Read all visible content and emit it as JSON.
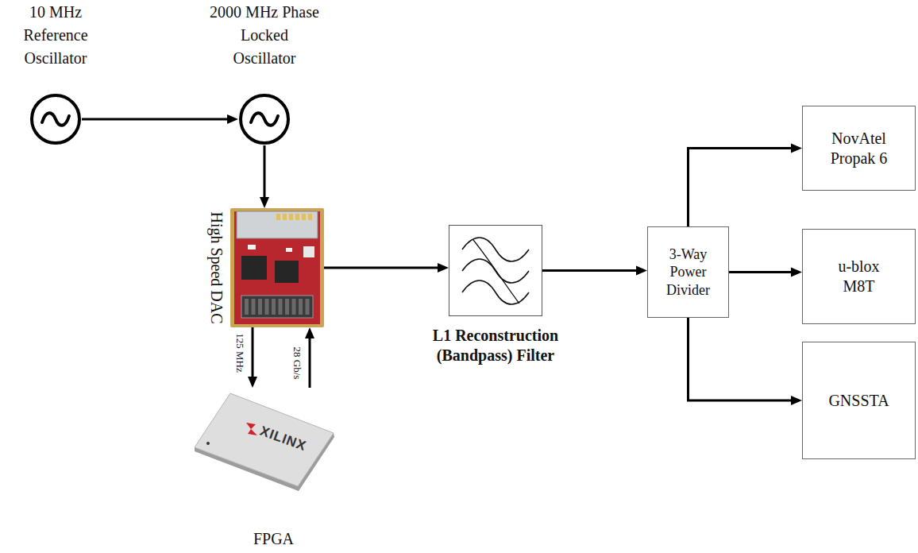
{
  "diagram": {
    "nodes": [
      {
        "text": [
          "10 MHz Reference Oscillator"
        ]
      },
      {
        "text": [
          "2000 MHz Phase Locked Oscillator"
        ]
      },
      {
        "text": [
          "High Speed DAC"
        ]
      },
      {
        "text": [
          "XILINX",
          "FPGA"
        ]
      },
      {
        "text": [
          "L1 Reconstruction (Bandpass) Filter"
        ]
      },
      {
        "text": [
          "3-Way Power Divider"
        ]
      },
      {
        "text": [
          "NovAtel Propak 6"
        ]
      },
      {
        "text": [
          "u-blox M8T"
        ]
      },
      {
        "text": [
          "GNSSTA"
        ]
      }
    ],
    "edges": [
      {
        "from": 0,
        "to": 1,
        "arrow": "to"
      },
      {
        "from": 1,
        "to": 2,
        "arrow": "to"
      },
      {
        "from": 2,
        "to": 3,
        "label": "125 MHz",
        "arrow": "to"
      },
      {
        "from": 3,
        "to": 2,
        "label": "28 Gb/s",
        "arrow": "to"
      },
      {
        "from": 2,
        "to": 4,
        "arrow": "to"
      },
      {
        "from": 4,
        "to": 5,
        "arrow": "to"
      },
      {
        "from": 5,
        "to": 6,
        "arrow": "to"
      },
      {
        "from": 5,
        "to": 7,
        "arrow": "to"
      },
      {
        "from": 5,
        "to": 8,
        "arrow": "to"
      }
    ]
  }
}
